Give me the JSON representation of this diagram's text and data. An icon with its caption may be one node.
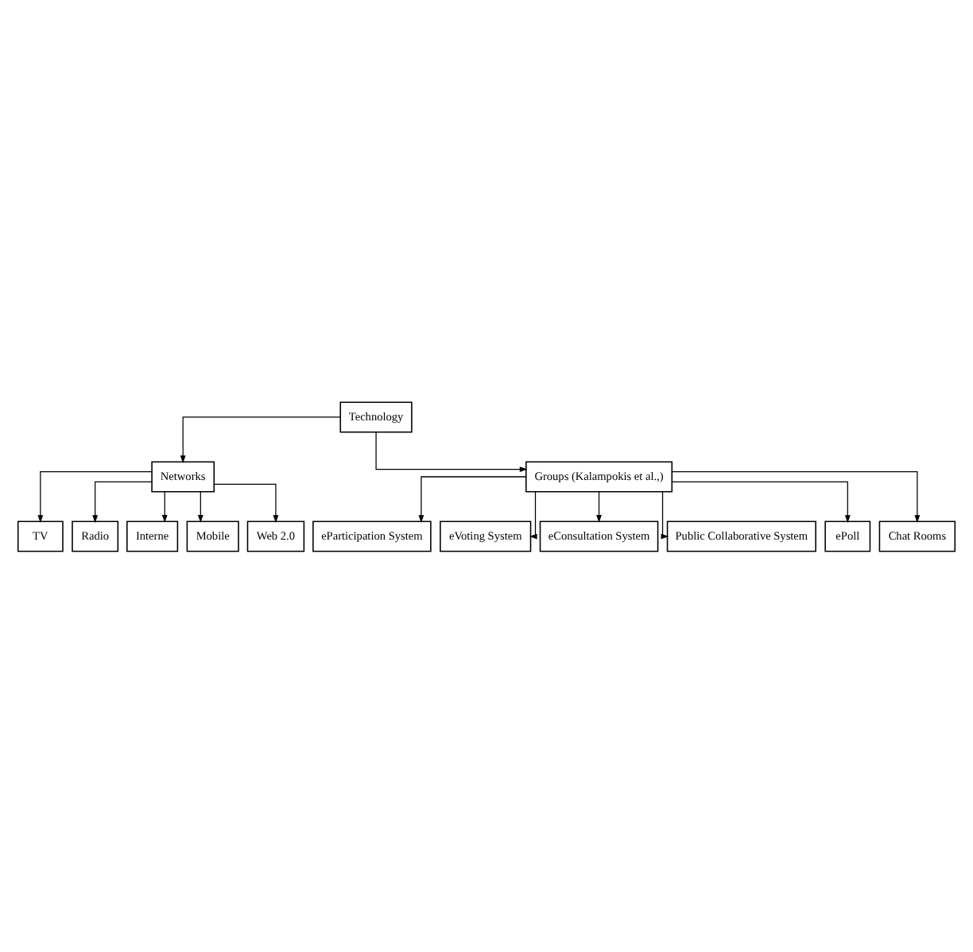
{
  "diagram": {
    "nodes": [
      {
        "text": [
          "Technology"
        ]
      },
      {
        "text": [
          "Networks"
        ]
      },
      {
        "text": [
          "Groups (Kalampokis et al.,)"
        ]
      },
      {
        "text": [
          "TV"
        ]
      },
      {
        "text": [
          "Radio"
        ]
      },
      {
        "text": [
          "Interne"
        ]
      },
      {
        "text": [
          "Mobile"
        ]
      },
      {
        "text": [
          "Web 2.0"
        ]
      },
      {
        "text": [
          "eParticipation System"
        ]
      },
      {
        "text": [
          "eVoting System"
        ]
      },
      {
        "text": [
          "eConsultation System"
        ]
      },
      {
        "text": [
          "Public Collaborative System"
        ]
      },
      {
        "text": [
          "ePoll"
        ]
      },
      {
        "text": [
          "Chat Rooms"
        ]
      }
    ],
    "edges": [
      {
        "from": 0,
        "to": 1,
        "arrow": "to"
      },
      {
        "from": 0,
        "to": 2,
        "arrow": "to"
      },
      {
        "from": 1,
        "to": 3,
        "arrow": "to"
      },
      {
        "from": 1,
        "to": 4,
        "arrow": "to"
      },
      {
        "from": 1,
        "to": 5,
        "arrow": "to"
      },
      {
        "from": 1,
        "to": 6,
        "arrow": "to"
      },
      {
        "from": 1,
        "to": 7,
        "arrow": "to"
      },
      {
        "from": 2,
        "to": 8,
        "arrow": "to"
      },
      {
        "from": 2,
        "to": 9,
        "arrow": "to"
      },
      {
        "from": 2,
        "to": 10,
        "arrow": "to"
      },
      {
        "from": 2,
        "to": 11,
        "arrow": "to"
      },
      {
        "from": 2,
        "to": 12,
        "arrow": "to"
      },
      {
        "from": 2,
        "to": 13,
        "arrow": "to"
      }
    ]
  }
}
